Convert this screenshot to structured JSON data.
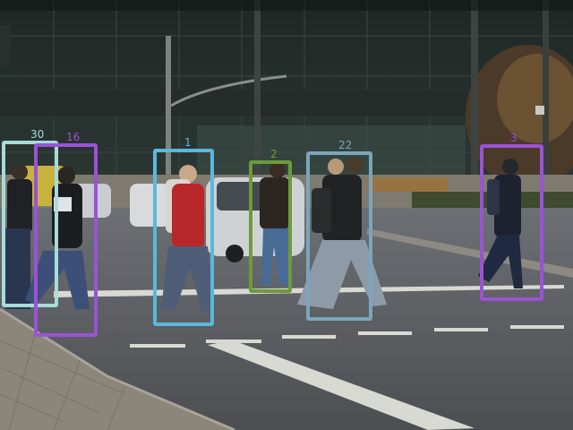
{
  "detections": [
    {
      "id": "30",
      "color": "#a8dcd8"
    },
    {
      "id": "16",
      "color": "#9a52d6"
    },
    {
      "id": "1",
      "color": "#5ab8dc"
    },
    {
      "id": "2",
      "color": "#6e9a3c"
    },
    {
      "id": "22",
      "color": "#7aa6bc"
    },
    {
      "id": "3",
      "color": "#9a52d6"
    }
  ]
}
